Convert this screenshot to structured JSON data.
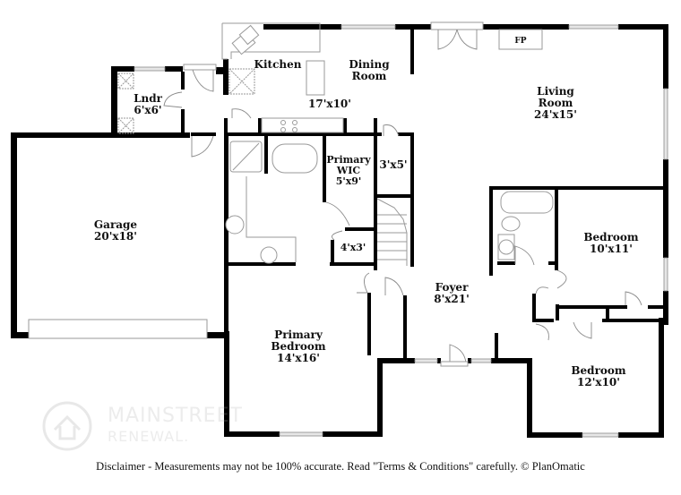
{
  "rooms": {
    "kitchen": {
      "name": "Kitchen"
    },
    "dining": {
      "name": "Dining Room",
      "line1": "Dining",
      "line2": "Room",
      "dims": "17'x10'"
    },
    "living": {
      "line1": "Living",
      "line2": "Room",
      "dims": "24'x15'"
    },
    "fireplace": {
      "label": "FP"
    },
    "laundry": {
      "name": "Lndr",
      "dims": "6'x6'"
    },
    "garage": {
      "name": "Garage",
      "dims": "20'x18'"
    },
    "primary_wic": {
      "line1": "Primary",
      "line2": "WIC",
      "dims": "5'x9'"
    },
    "closet_3x5": {
      "dims": "3'x5'"
    },
    "closet_4x3": {
      "dims": "4'x3'"
    },
    "foyer": {
      "name": "Foyer",
      "dims": "8'x21'"
    },
    "primary_bedroom": {
      "line1": "Primary",
      "line2": "Bedroom",
      "dims": "14'x16'"
    },
    "bedroom_1": {
      "name": "Bedroom",
      "dims": "10'x11'"
    },
    "bedroom_2": {
      "name": "Bedroom",
      "dims": "12'x10'"
    }
  },
  "watermark": {
    "line1": "MAINSTREET",
    "line2": "RENEWAL."
  },
  "footer": {
    "disclaimer": "Disclaimer - Measurements may not be 100% accurate. Read \"Terms & Conditions\" carefully. © PlanOmatic"
  },
  "colors": {
    "wall": "#000000",
    "fixture": "#9a9a9a",
    "window": "#e6e6e6",
    "background": "#ffffff"
  }
}
